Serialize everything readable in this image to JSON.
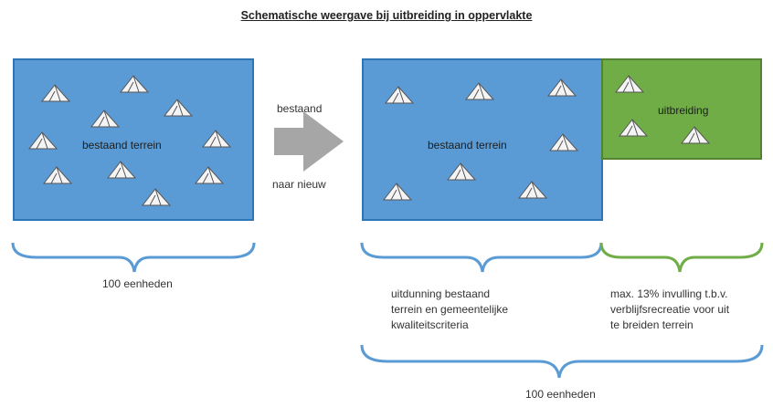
{
  "title": "Schematische weergave bij uitbreiding in oppervlakte",
  "left_box": {
    "label": "bestaand terrein"
  },
  "arrow": {
    "top_label": "bestaand",
    "bottom_label": "naar nieuw"
  },
  "right_blue_box": {
    "label": "bestaand terrein"
  },
  "green_box": {
    "label": "uitbreiding"
  },
  "captions": {
    "left_units": "100 eenheden",
    "thinning": [
      "uitdunning bestaand",
      "terrein en gemeentelijke",
      "kwaliteitscriteria"
    ],
    "max_pct": [
      "max. 13% invulling t.b.v.",
      "verblijfsrecreatie voor uit",
      "te breiden terrein"
    ],
    "total_units": "100 eenheden"
  },
  "colors": {
    "blue_fill": "#5b9bd5",
    "green_fill": "#70ad47",
    "bracket_blue": "#5b9bd5",
    "bracket_green": "#70ad47",
    "arrow_gray": "#a6a6a6"
  },
  "icons": {
    "tent": "tent-icon",
    "arrow": "right-arrow-icon"
  }
}
